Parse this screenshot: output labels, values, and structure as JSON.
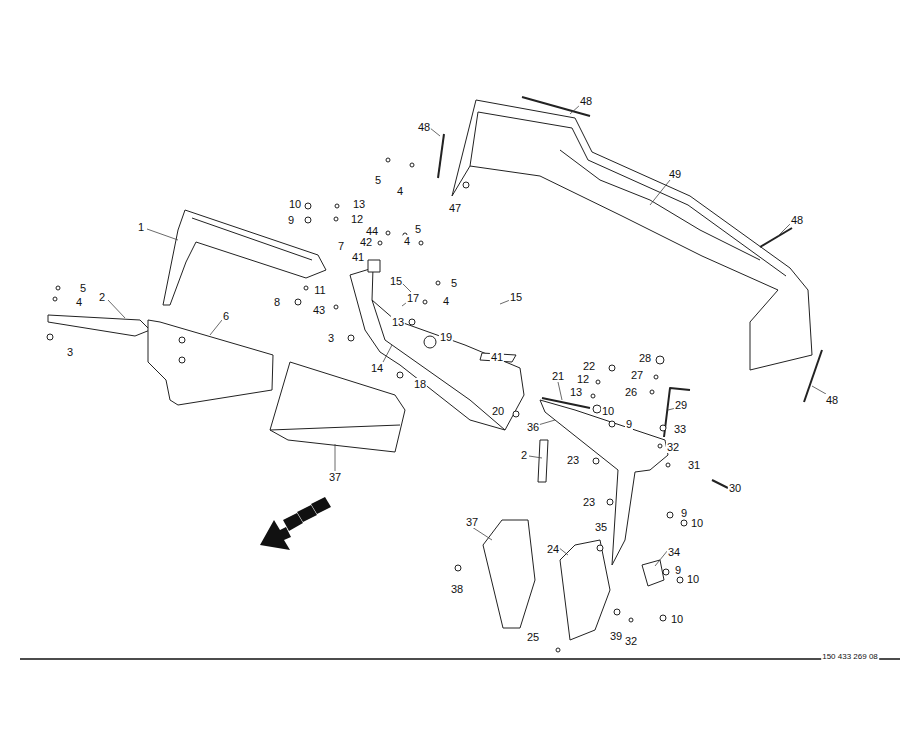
{
  "diagram": {
    "labels": [
      "48",
      "48",
      "49",
      "48",
      "48",
      "5",
      "4",
      "47",
      "10",
      "13",
      "9",
      "12",
      "1",
      "7",
      "44",
      "5",
      "42",
      "4",
      "41",
      "15",
      "5",
      "11",
      "17",
      "4",
      "15",
      "8",
      "43",
      "5",
      "4",
      "2",
      "6",
      "13",
      "19",
      "3",
      "3",
      "14",
      "18",
      "41",
      "22",
      "28",
      "12",
      "27",
      "21",
      "26",
      "13",
      "10",
      "29",
      "20",
      "36",
      "9",
      "33",
      "32",
      "2",
      "23",
      "31",
      "37",
      "30",
      "23",
      "9",
      "10",
      "37",
      "35",
      "24",
      "34",
      "9",
      "10",
      "38",
      "10",
      "39",
      "32",
      "25",
      "150 433 269 08"
    ]
  }
}
